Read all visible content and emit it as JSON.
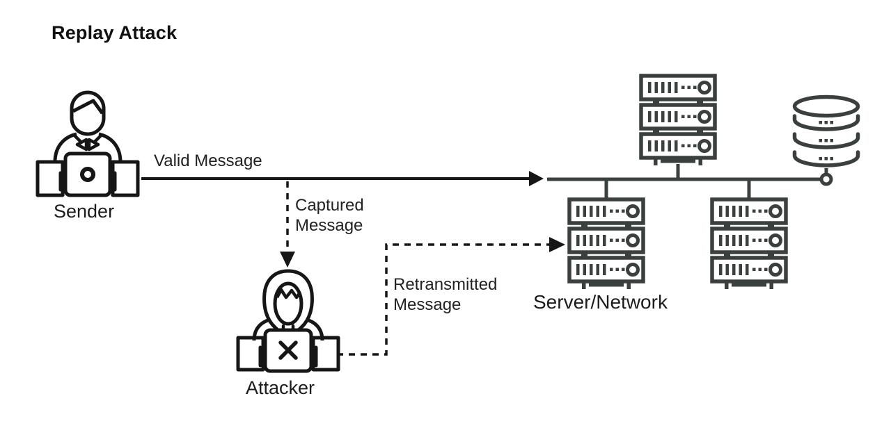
{
  "title": "Replay Attack",
  "colors": {
    "figure": "#161616",
    "infra": "#3a403d",
    "text": "#1c1c1c",
    "background": "#ffffff"
  },
  "nodes": {
    "sender": {
      "label": "Sender",
      "icon": "person-at-laptop-icon"
    },
    "attacker": {
      "label": "Attacker",
      "icon": "hooded-attacker-at-laptop-icon"
    },
    "server_network": {
      "label": "Server/Network",
      "icon": "server-rack-icon",
      "rack_count": 3,
      "units_per_rack": 3
    },
    "database": {
      "icon": "database-icon"
    }
  },
  "flows": {
    "valid": {
      "label": "Valid Message",
      "style": "solid",
      "from": "sender",
      "to": "server_network"
    },
    "captured": {
      "label": "Captured Message",
      "style": "dashed",
      "from": "valid-message-line",
      "to": "attacker"
    },
    "retransmitted": {
      "label": "Retransmitted Message",
      "style": "dashed",
      "from": "attacker",
      "to": "server_network"
    }
  }
}
